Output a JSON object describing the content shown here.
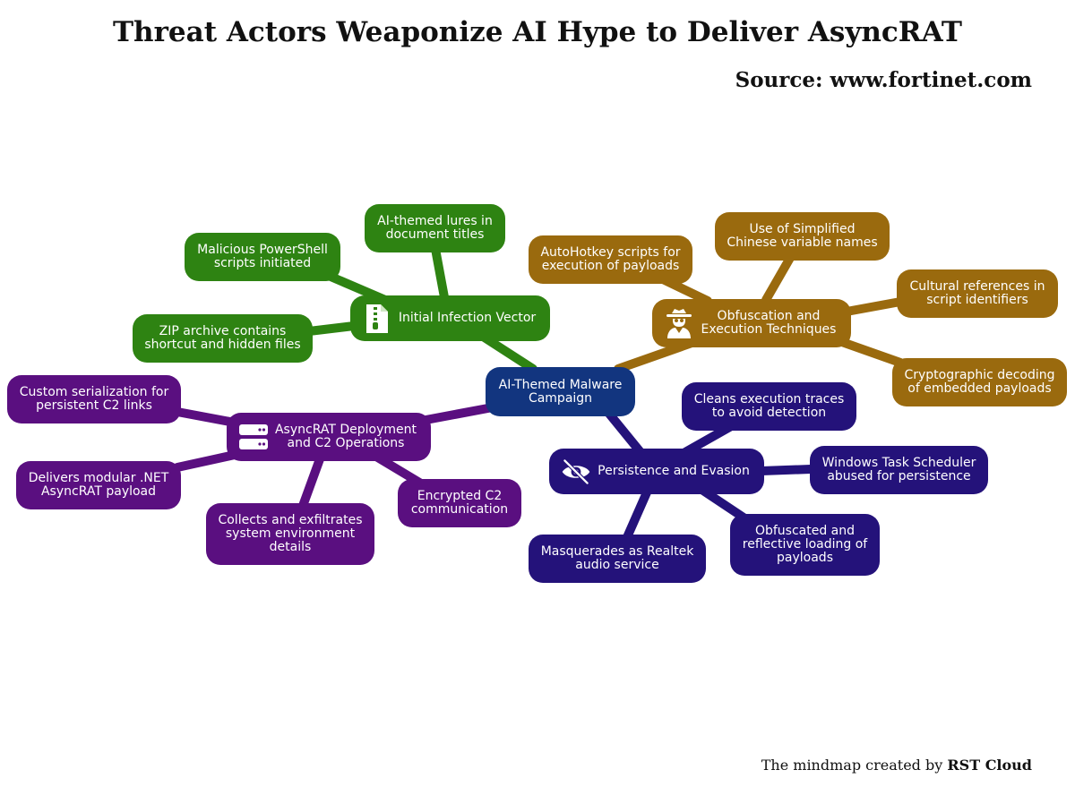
{
  "title": "Threat Actors Weaponize AI Hype to Deliver AsyncRAT",
  "source": "Source: www.fortinet.com",
  "footer": {
    "prefix": "The mindmap created by",
    "brand": "RST Cloud"
  },
  "colors": {
    "infection": "#2e8312",
    "obfuscation": "#9a6a0e",
    "asyncrat": "#5a0f80",
    "persistence": "#24127a",
    "center": "#12357f"
  },
  "mindmap": {
    "center": "AI-Themed Malware\nCampaign",
    "branches": {
      "infection": {
        "label": "Initial Infection Vector",
        "icon": "zip-file-icon",
        "children": [
          "AI-themed lures in\ndocument titles",
          "Malicious PowerShell\nscripts initiated",
          "ZIP archive contains\nshortcut and hidden files"
        ]
      },
      "obfuscation": {
        "label": "Obfuscation and\nExecution Techniques",
        "icon": "spy-icon",
        "children": [
          "AutoHotkey scripts for\nexecution of payloads",
          "Use of Simplified\nChinese variable names",
          "Cultural references in\nscript identifiers",
          "Cryptographic decoding\nof embedded payloads"
        ]
      },
      "asyncrat": {
        "label": "AsyncRAT Deployment\nand C2 Operations",
        "icon": "server-icon",
        "children": [
          "Custom serialization for\npersistent C2 links",
          "Delivers modular .NET\nAsyncRAT payload",
          "Collects and exfiltrates\nsystem environment\ndetails",
          "Encrypted C2\ncommunication"
        ]
      },
      "persistence": {
        "label": "Persistence and Evasion",
        "icon": "eye-slash-icon",
        "children": [
          "Cleans execution traces\nto avoid detection",
          "Windows Task Scheduler\nabused for persistence",
          "Obfuscated and\nreflective loading of\npayloads",
          "Masquerades as Realtek\naudio service"
        ]
      }
    }
  }
}
